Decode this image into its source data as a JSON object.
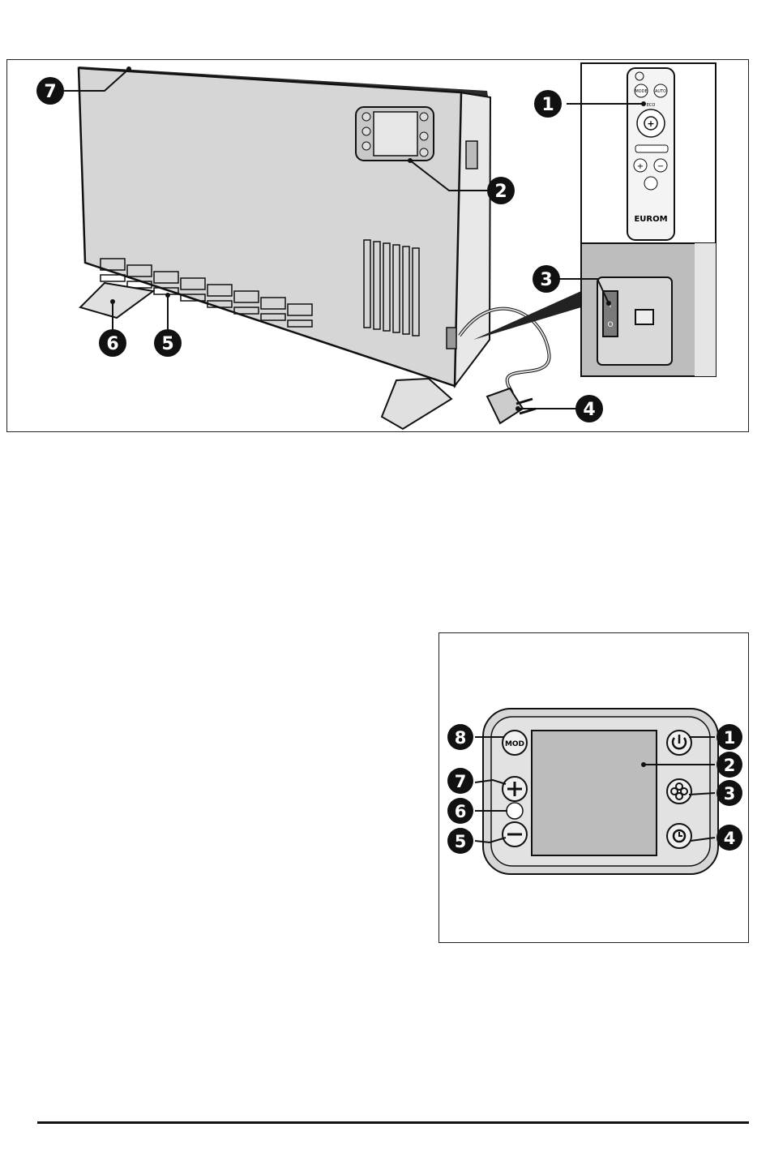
{
  "figure1": {
    "callouts": {
      "remote_control": "1",
      "control_panel": "2",
      "power_switch": "3",
      "plug": "4",
      "air_inlet": "5",
      "foot": "6",
      "air_outlet": "7"
    },
    "remote_labels": {
      "mode": "MODE",
      "auto": "AUTO",
      "eco": "ECO",
      "brand": "EUROM"
    },
    "switch_marks": {
      "on": "I",
      "off": "O"
    }
  },
  "figure2": {
    "callouts": {
      "power_button": "1",
      "display": "2",
      "fan_button": "3",
      "timer_button": "4",
      "minus_button": "5",
      "indicator_light": "6",
      "plus_button": "7",
      "mode_button": "8"
    },
    "mode_button_label": "MOD"
  },
  "colors": {
    "badge": "#111111",
    "heater_body": "#d9d9d9",
    "panel_frame": "#cfcfcf",
    "outline": "#111111"
  }
}
